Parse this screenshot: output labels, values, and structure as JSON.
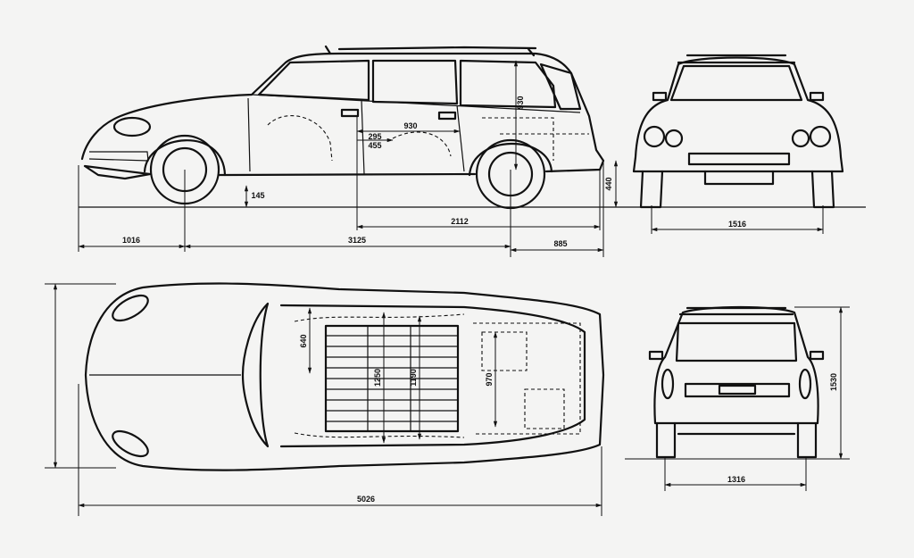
{
  "side_view": {
    "dimensions": {
      "front_overhang": "1016",
      "wheelbase": "3125",
      "rear_overhang": "885",
      "load_floor_length": "2112",
      "ground_clearance": "145",
      "load_sill_height": "440",
      "cargo_length": "930",
      "door_offset_upper": "295",
      "door_offset_lower": "455",
      "interior_height": "930"
    }
  },
  "front_view": {
    "dimensions": {
      "front_track": "1516"
    }
  },
  "top_view": {
    "dimensions": {
      "overall_length": "5026",
      "front_seat_depth": "640",
      "interior_width_front": "1250",
      "interior_width_rear": "1190",
      "cargo_width": "970"
    }
  },
  "rear_view": {
    "dimensions": {
      "overall_height": "1530",
      "rear_track": "1316"
    }
  }
}
